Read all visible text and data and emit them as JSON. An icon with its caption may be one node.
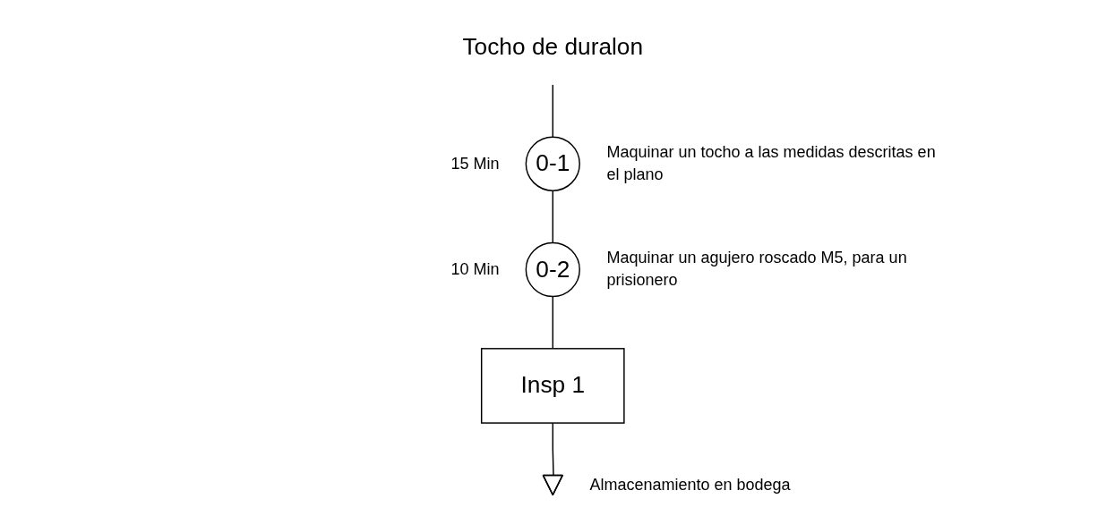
{
  "diagram": {
    "nodes": [
      {
        "text": [
          "Tocho de duralon"
        ]
      },
      {
        "text": [
          "0-1"
        ],
        "beside": [
          "15 Min",
          "Maquinar un tocho a las medidas descritas en el plano"
        ]
      },
      {
        "text": [
          "0-2"
        ],
        "beside": [
          "10 Min",
          "Maquinar un agujero roscado M5, para un prisionero"
        ]
      },
      {
        "text": [
          "Insp 1"
        ]
      },
      {
        "text": [],
        "shape": "triangle",
        "beside": [
          "Almacenamiento en bodega"
        ]
      }
    ],
    "edges": [
      {
        "from": 0,
        "to": 1,
        "arrow": "none"
      },
      {
        "from": 1,
        "to": 2,
        "arrow": "none"
      },
      {
        "from": 2,
        "to": 3,
        "arrow": "none"
      },
      {
        "from": 3,
        "to": 4,
        "arrow": "none"
      }
    ]
  }
}
